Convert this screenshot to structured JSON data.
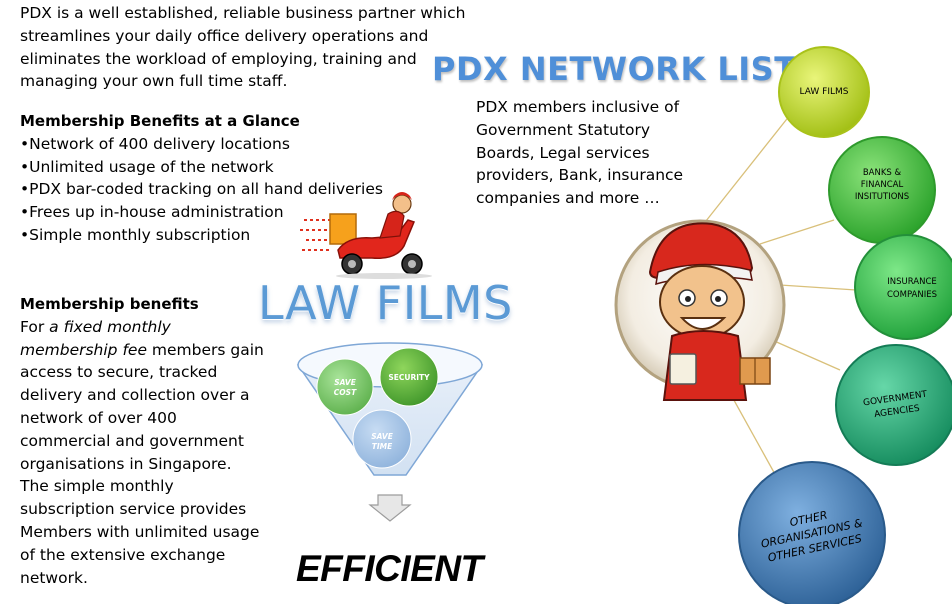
{
  "intro": {
    "lines": [
      "PDX is a well established, reliable business partner which",
      "streamlines your daily office delivery operations and",
      "eliminates the workload of employing, training and",
      "managing your own full time staff."
    ]
  },
  "benefits_glance": {
    "heading": "Membership Benefits at a Glance",
    "items": [
      "•Network of 400 delivery locations",
      "•Unlimited usage of the network",
      "•PDX bar-coded tracking on all hand deliveries",
      "•Frees up in-house administration",
      "•Simple monthly subscription"
    ]
  },
  "membership_benefits": {
    "heading": "Membership benefits",
    "line1_prefix": "For ",
    "line1_italic": "a fixed monthly",
    "line2_italic": "membership fee",
    "line2_rest": " members gain",
    "lines": [
      "access to secure, tracked",
      "delivery and collection  over a",
      "network of over 400",
      "commercial and government",
      "organisations in Singapore.",
      "The simple monthly",
      "subscription service provides",
      "Members with unlimited usage",
      "of the extensive exchange",
      "network."
    ]
  },
  "network": {
    "title": "PDX NETWORK LIST",
    "desc_lines": [
      "PDX members inclusive of",
      "Government Statutory",
      "Boards, Legal services",
      "providers, Bank, insurance",
      "companies and more …"
    ],
    "nodes": [
      {
        "lines": [
          "LAW FILMS"
        ],
        "color": "#c6e01a"
      },
      {
        "lines": [
          "BANKS &",
          "FINANCAL",
          "INSITUTIONS"
        ],
        "color": "#3fc43b"
      },
      {
        "lines": [
          "INSURANCE",
          "COMPANIES"
        ],
        "color": "#33c04a"
      },
      {
        "lines": [
          "GOVERNMENT",
          "AGENCIES"
        ],
        "color": "#1fa37a"
      },
      {
        "lines": [
          "OTHER",
          "ORGANISATIONS &",
          "OTHER SERVICES"
        ],
        "color": "#3a77b5"
      }
    ]
  },
  "funnel": {
    "title": "LAW FILMS",
    "bubbles": [
      {
        "lines": [
          "SAVE",
          "COST"
        ]
      },
      {
        "lines": [
          "SECURITY"
        ]
      },
      {
        "lines": [
          "SAVE",
          "TIME"
        ]
      }
    ],
    "tagline": "EFFICIENT"
  },
  "icons": {
    "delivery": "delivery-scooter-icon",
    "mascot": "courier-mascot-icon",
    "arrow": "down-arrow-icon"
  }
}
